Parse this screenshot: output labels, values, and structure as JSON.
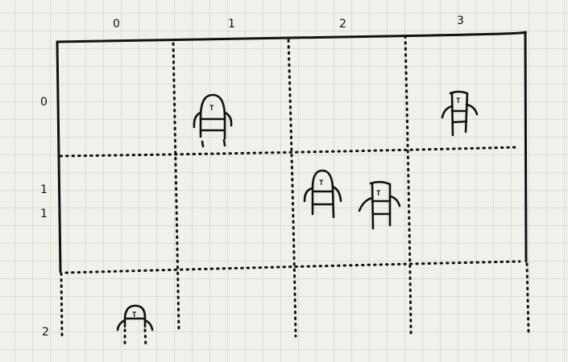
{
  "column_labels": [
    "0",
    "1",
    "2",
    "3"
  ],
  "row_labels": [
    "0",
    "1\n1",
    "2"
  ],
  "figure_mark": "T",
  "figures": [
    {
      "name": "figure-r0-c1",
      "row": 0,
      "col": 1,
      "shape": "rounded-head"
    },
    {
      "name": "figure-r0-c3",
      "row": 0,
      "col": 3,
      "shape": "square-head"
    },
    {
      "name": "figure-r1-c2-a",
      "row": 1,
      "col": 2,
      "shape": "rounded-head"
    },
    {
      "name": "figure-r1-c2-b",
      "row": 1,
      "col": 2,
      "shape": "square-head"
    },
    {
      "name": "figure-r2-c0",
      "row": 2,
      "col": 0,
      "shape": "rounded-head-partial"
    }
  ]
}
